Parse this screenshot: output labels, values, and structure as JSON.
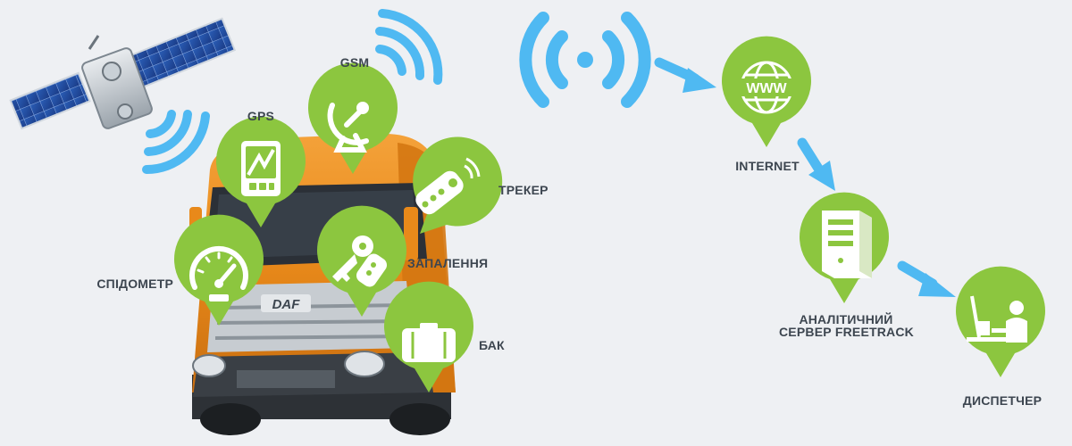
{
  "colors": {
    "pin_green": "#8cc63f",
    "pin_green_dark": "#79b52f",
    "signal_blue": "#4fb9f2",
    "truck_orange": "#e98a1c",
    "label_text": "#3d4650",
    "background": "#eef0f3"
  },
  "vehicle": {
    "brand_badge": "DAF",
    "sensors": [
      {
        "id": "gps",
        "label": "GPS",
        "icon": "gps-navigator-icon"
      },
      {
        "id": "gsm",
        "label": "GSM",
        "icon": "satellite-dish-icon"
      },
      {
        "id": "tracker",
        "label": "ТРЕКЕР",
        "icon": "tracker-remote-icon"
      },
      {
        "id": "ignition",
        "label": "ЗАПАЛЕННЯ",
        "icon": "car-key-icon"
      },
      {
        "id": "speedometer",
        "label": "СПІДОМЕТР",
        "icon": "speedometer-icon"
      },
      {
        "id": "tank",
        "label": "БАК",
        "icon": "fuel-tank-icon"
      }
    ]
  },
  "pipeline": [
    {
      "id": "internet",
      "label": "INTERNET",
      "icon": "www-globe-icon"
    },
    {
      "id": "server",
      "label_lines": [
        "АНАЛІТИЧНИЙ",
        "СЕРВЕР FREETRACK"
      ],
      "icon": "server-tower-icon"
    },
    {
      "id": "dispatcher",
      "label": "ДИСПЕТЧЕР",
      "icon": "operator-at-desk-icon"
    }
  ]
}
